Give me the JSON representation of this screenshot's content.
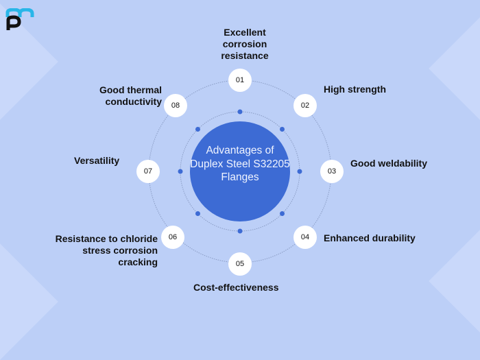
{
  "center_title": "Advantages of Duplex Steel S32205 Flanges",
  "colors": {
    "background": "#bccff7",
    "center": "#3d6bd4",
    "dot": "#3d6bd4",
    "brand_blue": "#29b6e8",
    "brand_dark": "#111111"
  },
  "items": [
    {
      "number": "01",
      "label": "Excellent corrosion resistance"
    },
    {
      "number": "02",
      "label": "High strength"
    },
    {
      "number": "03",
      "label": "Good weldability"
    },
    {
      "number": "04",
      "label": "Enhanced durability"
    },
    {
      "number": "05",
      "label": "Cost-effectiveness"
    },
    {
      "number": "06",
      "label": "Resistance to chloride stress corrosion cracking"
    },
    {
      "number": "07",
      "label": "Versatility"
    },
    {
      "number": "08",
      "label": "Good thermal conductivity"
    }
  ]
}
